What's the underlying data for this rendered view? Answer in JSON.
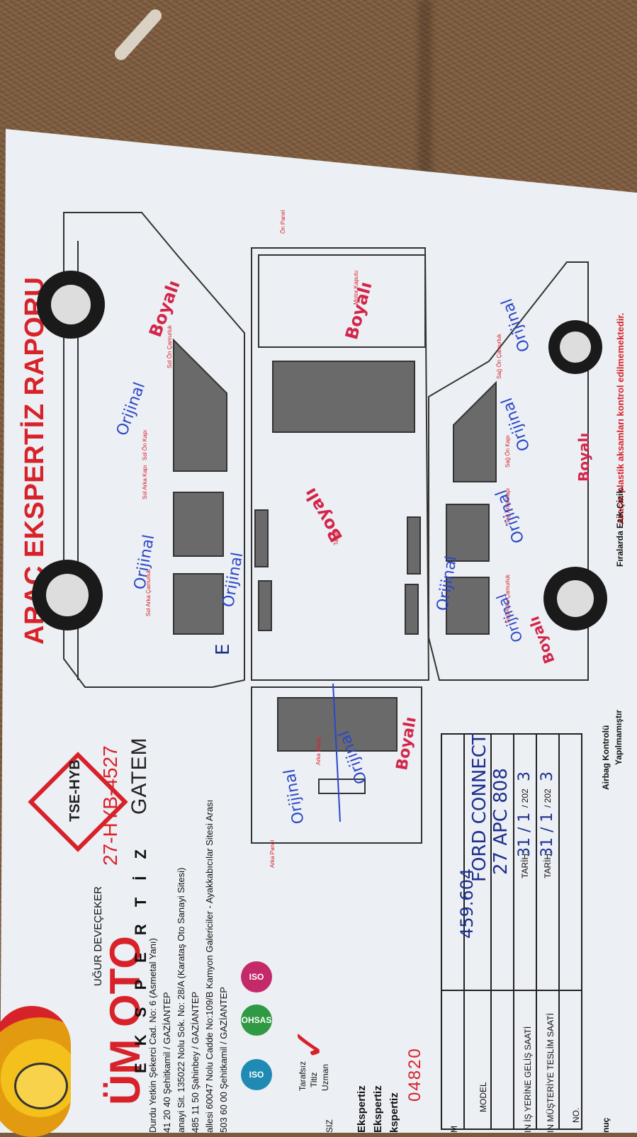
{
  "title": "ARAÇ EKSPERTİZ RAPORU",
  "company": {
    "owner": "UĞUR DEVEÇEKER",
    "brand": "ÜM OTO",
    "subtitle": "E K S P E R T İ Z",
    "tse": "TSE-HYB",
    "code": "27-HYB-4527",
    "branch": "GATEM",
    "addresses": [
      "Durdu Yetkin Şekerci Cad. No: 6 (Asmetal Yanı)",
      "41 20 40 Şehitkamil / GAZİANTEP",
      "anayi Sit. 135022 Nolu Sok. No: 28/A (Karataş Oto Sanayi Sitesi)",
      "485 11 50 Şahinbey / GAZİANTEP",
      "allesi 60047 Nolu Cadde No:109/B Kamyon Galericiler - Ayakkabıcılar Sitesi Arası",
      "503 60 00 Şehitkamil / GAZİANTEP"
    ],
    "certs": [
      "ISO",
      "OHSAS",
      "ISO"
    ],
    "qualities": [
      "Tarafsız",
      "Titiz",
      "Uzman"
    ],
    "side_labels": [
      "Ekspertiz",
      "Ekspertiz",
      "kspertiz"
    ],
    "phone_partial": "04820",
    "sz": "SIZ"
  },
  "form": {
    "labels": {
      "model": "MODEL",
      "arrival": "IN İŞ YERİNE GELİŞ SAATİ",
      "delivery": "IN MÜŞTERİYE TESLİM SAATİ",
      "no": "NO.",
      "m": "M",
      "tarih": "TARİH:",
      "year": "/ 202"
    },
    "handwritten": {
      "km": "459.604",
      "model": "FORD CONNECT",
      "plate": "27 APC 808",
      "date1": "31 / 1",
      "date2": "31 / 1",
      "year1": "3",
      "year2": "3"
    }
  },
  "diagram_labels": {
    "sol_arka_kapi": "Sol Arka Kapı",
    "sol_on_kapi": "Sol Ön Kapı",
    "sol_on_camurluk": "Sol Ön Çamurluk",
    "sol_arka_camurluk": "Sol Arka Çamurluk",
    "sag_on_kapi": "Sağ Ön Kapı",
    "sag_arka_kapi": "Sağ Arka Kapı",
    "sag_on_camurluk": "Sağ Ön Çamurluk",
    "sag_arka_camurluk": "Sağ Arka Çamurluk",
    "motor_kaputu": "Motor Kaputu",
    "tavan": "Tavan",
    "arka_bagaj": "Arka Bagaj",
    "arka_panel": "Arka Panel",
    "on_panel": "Ön Panel"
  },
  "annotations": {
    "orijinal": "Orijinal",
    "boyali": "Boyalı",
    "e_mark": "E"
  },
  "footer": {
    "airbag": "Airbag Kontrolü",
    "yapilmamistir": "Yapılmamıştır",
    "plastic_note": "Aracın plastik aksamları kontrol edilmemektedir.",
    "firalarda": "Fıralarda Ezik-Çizik.",
    "nuc": "nuç"
  },
  "colors": {
    "brand_red": "#d8222a",
    "ink_blue": "#2b47c8",
    "ink_red": "#d3254a"
  }
}
